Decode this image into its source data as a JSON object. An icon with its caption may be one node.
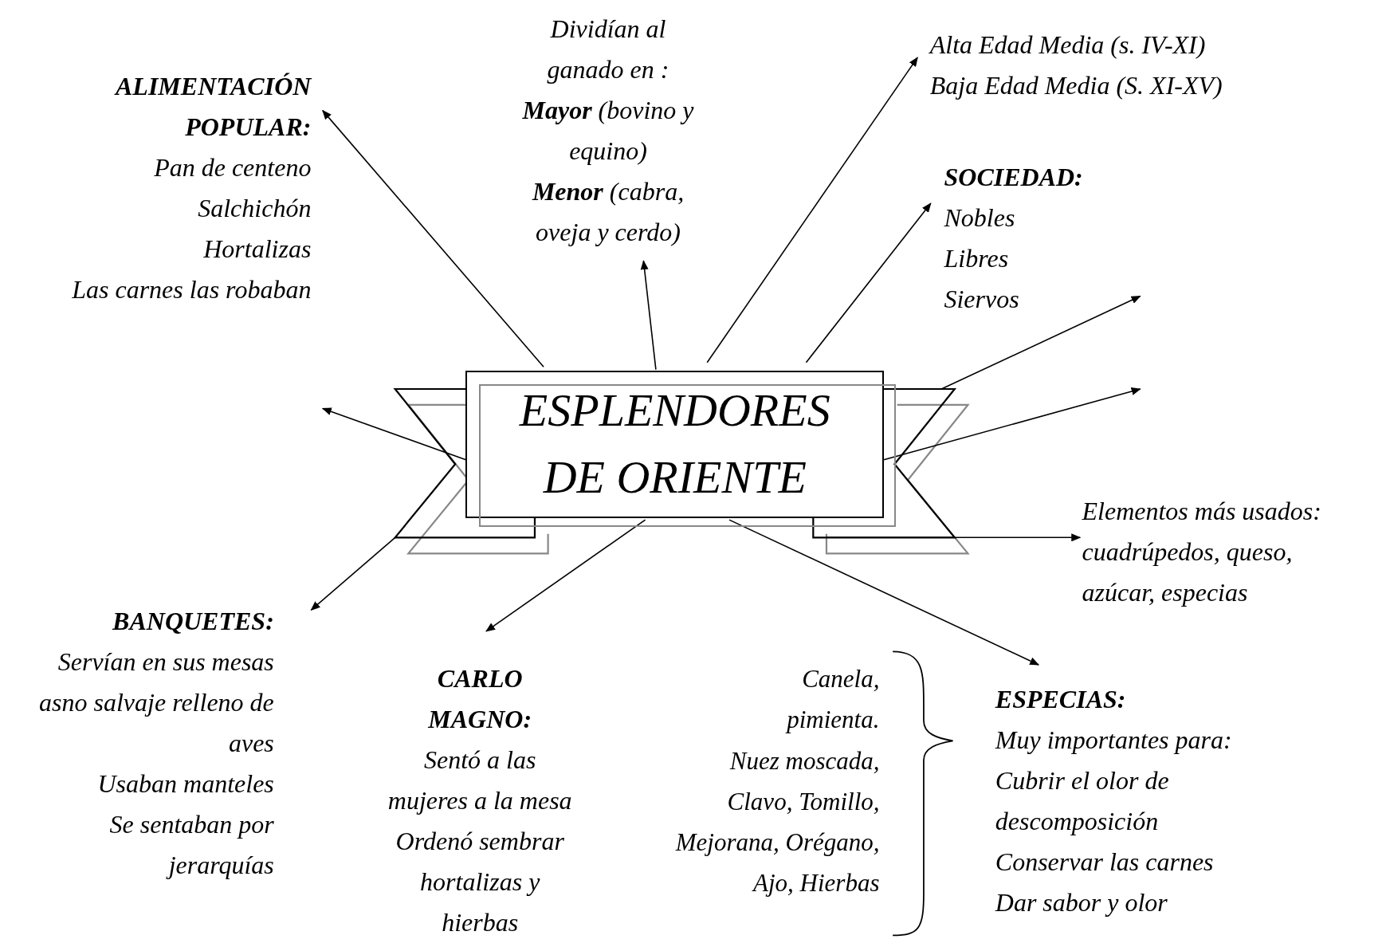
{
  "diagram": {
    "nodes": [
      {
        "text": [
          "ESPLENDORES DE ORIENTE"
        ]
      },
      {
        "text": [
          "ALIMENTACIÓN POPULAR:",
          "Pan de centeno",
          "Salchichón",
          "Hortalizas",
          "Las carnes las robaban"
        ]
      },
      {
        "text": [
          "Dividían al ganado en :",
          "**Mayor** (bovino y equino)",
          "**Menor** (cabra, oveja y cerdo)"
        ]
      },
      {
        "text": [
          "Alta Edad Media (s. IV-XI)",
          "Baja Edad Media (S. XI-XV)"
        ]
      },
      {
        "text": [
          "SOCIEDAD:",
          "Nobles",
          "Libres",
          "Siervos"
        ]
      },
      {
        "text": [
          "Elementos más usados: cuadrúpedos, queso, azúcar, especias"
        ]
      },
      {
        "text": [
          "BANQUETES:",
          "Servían en sus mesas asno salvaje relleno de aves",
          "Usaban manteles",
          "Se sentaban por jerarquías"
        ]
      },
      {
        "text": [
          "CARLO MAGNO:",
          "Sentó a las mujeres a la mesa",
          "Ordenó sembrar hortalizas y hierbas"
        ]
      },
      {
        "text": [
          "ESPECIAS:",
          "Muy importantes para:",
          "Cubrir el olor de descomposición",
          "Conservar las carnes",
          "Dar sabor y olor"
        ]
      }
    ],
    "edges": [
      {
        "from": 0,
        "to": 1,
        "arrow": "to"
      },
      {
        "from": 0,
        "to": 2,
        "arrow": "to"
      },
      {
        "from": 0,
        "to": 3,
        "arrow": "to"
      },
      {
        "from": 0,
        "to": 4,
        "arrow": "to"
      },
      {
        "from": 0,
        "to": null,
        "arrow": "to"
      },
      {
        "from": 0,
        "to": null,
        "arrow": "to"
      },
      {
        "from": 0,
        "to": null,
        "arrow": "to"
      },
      {
        "from": 0,
        "to": 5,
        "arrow": "to"
      },
      {
        "from": 0,
        "to": 6,
        "arrow": "to"
      },
      {
        "from": 0,
        "to": 7,
        "arrow": "to"
      },
      {
        "from": 0,
        "to": 8,
        "arrow": "to"
      }
    ],
    "labels": [
      "Canela, pimienta.",
      "Nuez moscada, Clavo, Tomillo, Mejorana, Orégano, Ajo, Hierbas"
    ]
  }
}
